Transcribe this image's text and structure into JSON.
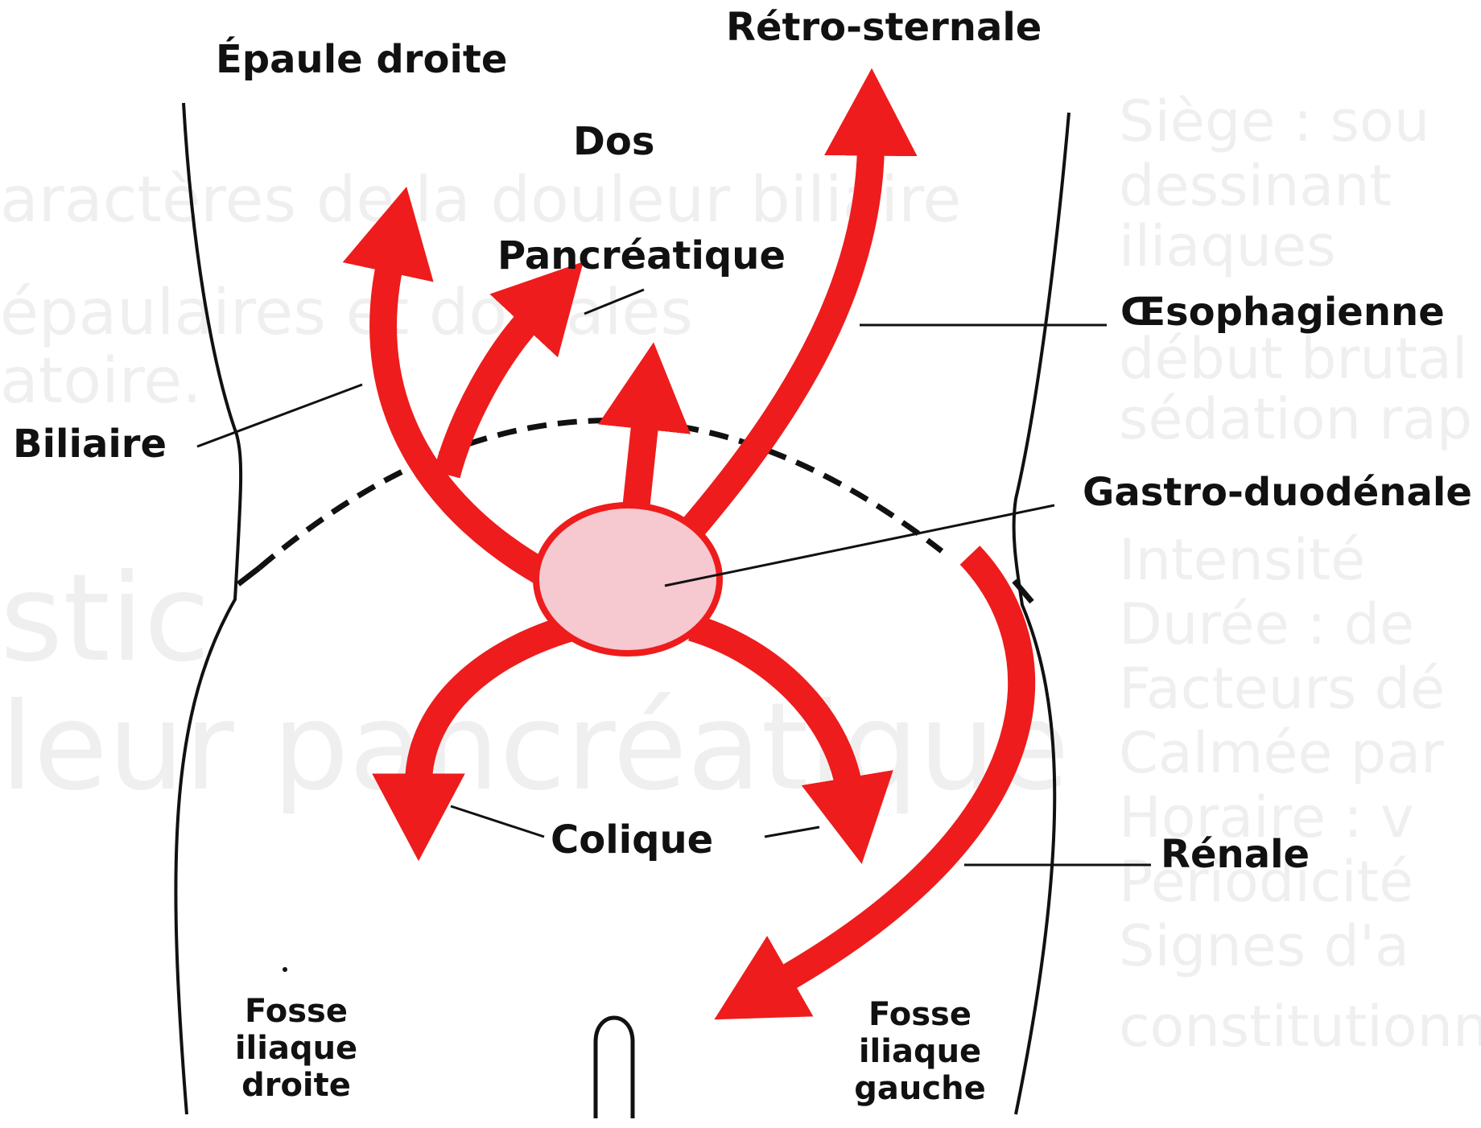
{
  "diagram": {
    "labels": {
      "epaule_droite": "Épaule droite",
      "retro_sternale": "Rétro-sternale",
      "dos": "Dos",
      "pancreatique": "Pancréatique",
      "oesophagienne": "Œsophagienne",
      "biliaire": "Biliaire",
      "gastro_duodenale": "Gastro-duodénale",
      "colique": "Colique",
      "renale": "Rénale",
      "fosse_droite": [
        "Fosse",
        "iliaque",
        "droite"
      ],
      "fosse_gauche": [
        "Fosse",
        "iliaque",
        "gauche"
      ]
    },
    "colors": {
      "arrow": "#ee1c1c",
      "center_fill": "#f6c8cf",
      "outline": "#111111"
    }
  }
}
